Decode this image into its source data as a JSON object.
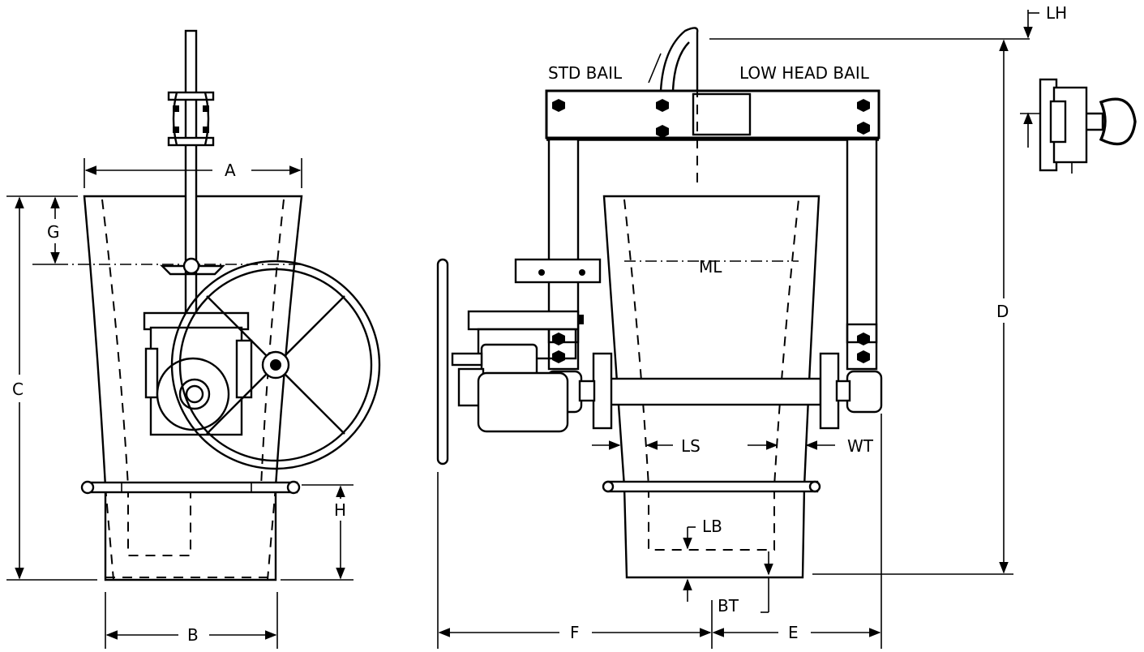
{
  "labels": {
    "a": "A",
    "b": "B",
    "c": "C",
    "d": "D",
    "e": "E",
    "f": "F",
    "g": "G",
    "h": "H",
    "lh": "LH",
    "ml": "ML",
    "ls": "LS",
    "wt": "WT",
    "lb": "LB",
    "bt": "BT",
    "std_bail": "STD BAIL",
    "low_head_bail": "LOW HEAD BAIL"
  },
  "colors": {
    "ink": "#000000",
    "paper": "#ffffff"
  }
}
